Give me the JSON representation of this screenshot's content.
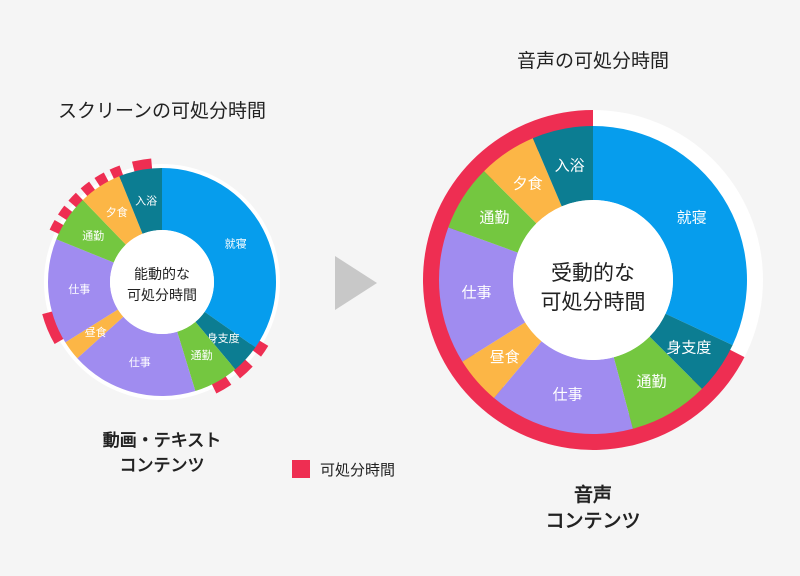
{
  "left": {
    "title": "スクリーンの可処分時間",
    "center_line1": "能動的な",
    "center_line2": "可処分時間",
    "caption_line1": "動画・テキスト",
    "caption_line2": "コンテンツ",
    "segments": [
      {
        "label": "就寝",
        "color": "#069ded",
        "start": 0,
        "end": 125
      },
      {
        "label": "身支度",
        "color": "#0c7d92",
        "start": 125,
        "end": 140
      },
      {
        "label": "通勤",
        "color": "#74c740",
        "start": 140,
        "end": 163
      },
      {
        "label": "仕事",
        "color": "#a08cf0",
        "start": 163,
        "end": 228
      },
      {
        "label": "昼食",
        "color": "#fcb646",
        "start": 228,
        "end": 238
      },
      {
        "label": "仕事",
        "color": "#a08cf0",
        "start": 238,
        "end": 292
      },
      {
        "label": "通勤",
        "color": "#74c740",
        "start": 292,
        "end": 316
      },
      {
        "label": "夕食",
        "color": "#fcb646",
        "start": 316,
        "end": 338
      },
      {
        "label": "入浴",
        "color": "#0c7d92",
        "start": 338,
        "end": 360
      }
    ],
    "dashes": [
      {
        "start": 121,
        "end": 127
      },
      {
        "start": 133,
        "end": 141
      },
      {
        "start": 146,
        "end": 154
      },
      {
        "start": 240,
        "end": 255
      },
      {
        "start": 295,
        "end": 300
      },
      {
        "start": 303,
        "end": 308
      },
      {
        "start": 311,
        "end": 316
      },
      {
        "start": 319,
        "end": 324
      },
      {
        "start": 327,
        "end": 332
      },
      {
        "start": 335,
        "end": 340
      },
      {
        "start": 346,
        "end": 355
      }
    ]
  },
  "right": {
    "title": "音声の可処分時間",
    "center_line1": "受動的な",
    "center_line2": "可処分時間",
    "caption_line1": "音声",
    "caption_line2": "コンテンツ",
    "segments": [
      {
        "label": "就寝",
        "color": "#069ded",
        "start": 0,
        "end": 115
      },
      {
        "label": "身支度",
        "color": "#0c7d92",
        "start": 115,
        "end": 135
      },
      {
        "label": "通勤",
        "color": "#74c740",
        "start": 135,
        "end": 165
      },
      {
        "label": "仕事",
        "color": "#a08cf0",
        "start": 165,
        "end": 220
      },
      {
        "label": "昼食",
        "color": "#fcb646",
        "start": 220,
        "end": 238
      },
      {
        "label": "仕事",
        "color": "#a08cf0",
        "start": 238,
        "end": 290
      },
      {
        "label": "通勤",
        "color": "#74c740",
        "start": 290,
        "end": 315
      },
      {
        "label": "夕食",
        "color": "#fcb646",
        "start": 315,
        "end": 337
      },
      {
        "label": "入浴",
        "color": "#0c7d92",
        "start": 337,
        "end": 360
      }
    ],
    "highlight": {
      "start": 117,
      "end": 360
    }
  },
  "legend": {
    "label": "可処分時間",
    "color": "#ee2e52"
  },
  "colors": {
    "background": "#f5f5f5",
    "ring_bg": "#ffffff",
    "arrow": "#c8c8c8"
  }
}
